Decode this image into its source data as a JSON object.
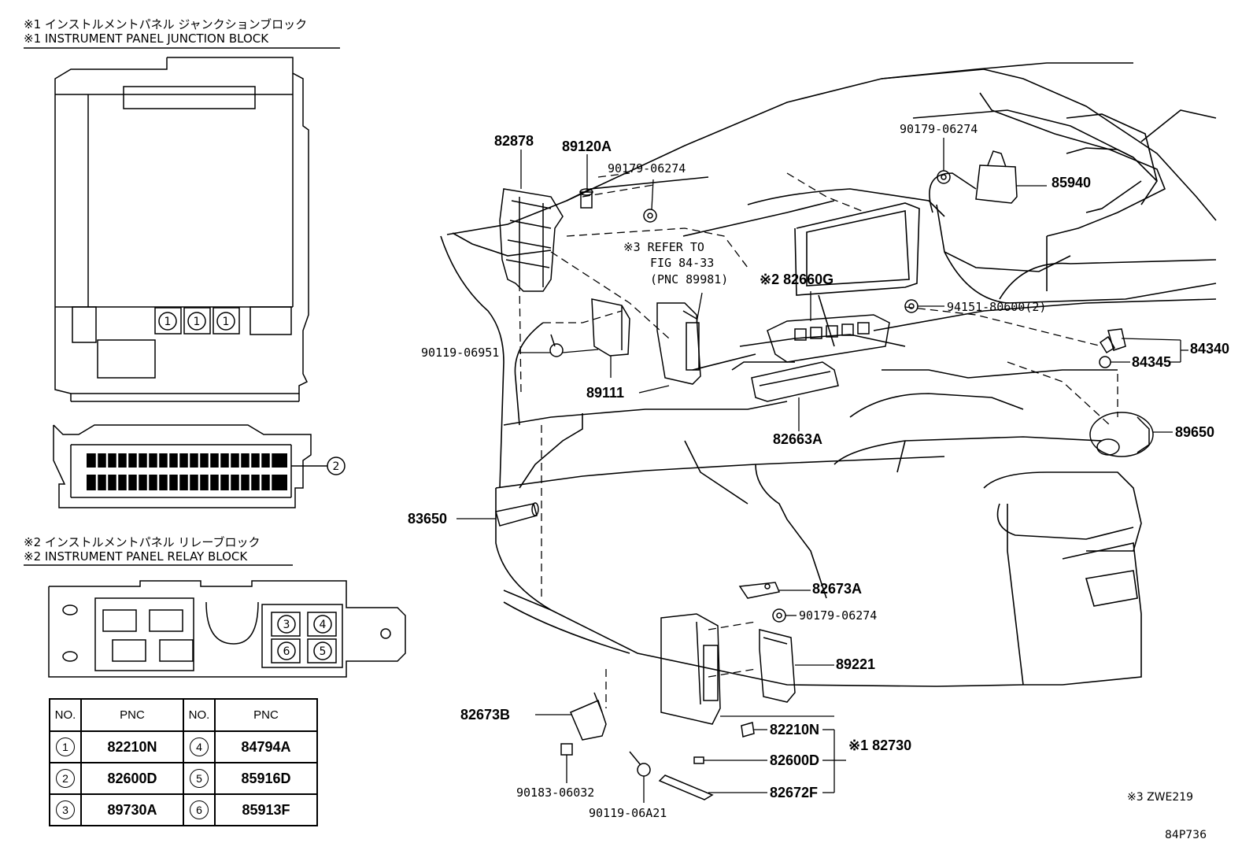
{
  "insets": {
    "junction_title_jp": "※1 インストルメントパネル ジャンクションブロック",
    "junction_title_en": "※1 INSTRUMENT PANEL JUNCTION BLOCK",
    "relay_title_jp": "※2 インストルメントパネル リレーブロック",
    "relay_title_en": "※2 INSTRUMENT PANEL RELAY BLOCK",
    "junction_callouts": [
      "1",
      "1",
      "1",
      "2"
    ],
    "relay_callouts": [
      "3",
      "4",
      "6",
      "5"
    ]
  },
  "table": {
    "headers": [
      "NO.",
      "PNC",
      "NO.",
      "PNC"
    ],
    "rows": [
      {
        "no1": "1",
        "pnc1": "82210N",
        "no2": "4",
        "pnc2": "84794A"
      },
      {
        "no1": "2",
        "pnc1": "82600D",
        "no2": "5",
        "pnc2": "85916D"
      },
      {
        "no1": "3",
        "pnc1": "89730A",
        "no2": "6",
        "pnc2": "85913F"
      }
    ]
  },
  "parts": {
    "p82878": "82878",
    "p89120A": "89120A",
    "p90179_a": "90179-06274",
    "p90179_b": "90179-06274",
    "p90179_c": "90179-06274",
    "p85940": "85940",
    "refer_line1": "※3 REFER TO",
    "refer_line2": "FIG 84-33",
    "refer_line3": "(PNC 89981)",
    "p82660G": "※2 82660G",
    "p94151": "94151-80600(2)",
    "p90119_06951": "90119-06951",
    "p89111": "89111",
    "p84340": "84340",
    "p84345": "84345",
    "p82663A": "82663A",
    "p89650": "89650",
    "p83650": "83650",
    "p82673A": "82673A",
    "p89221": "89221",
    "p82673B": "82673B",
    "p82210N": "82210N",
    "p82600D": "82600D",
    "p82730": "※1 82730",
    "p82672F": "82672F",
    "p90183": "90183-06032",
    "p90119_06A21": "90119-06A21"
  },
  "footer": {
    "note3": "※3 ZWE219",
    "diagram_id": "84P736"
  }
}
